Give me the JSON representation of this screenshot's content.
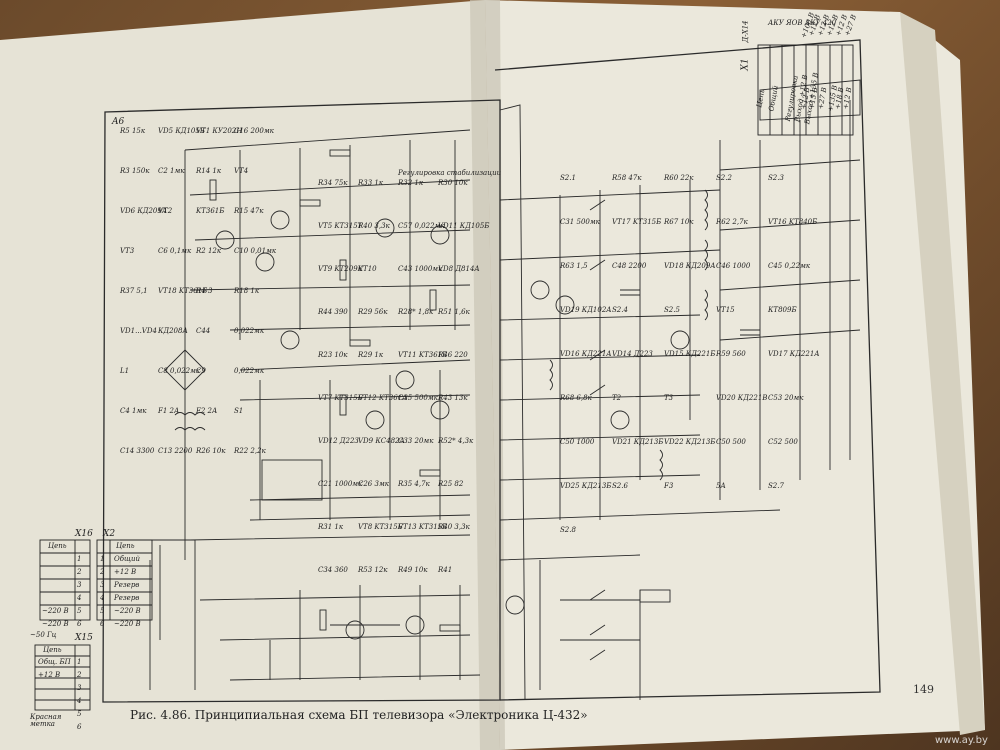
{
  "caption": "Рис. 4.86. Принципиальная схема БП телевизора «Электроника Ц-432»",
  "page_number": "149",
  "watermark": "www.ay.by",
  "blocks": {
    "main_board": "A6",
    "connector_x16": "X16",
    "connector_x15": "X15",
    "connector_x2": "X2",
    "connector_x1": "X1",
    "connector_x1_pins": "Д-Х14"
  },
  "x16_header": "Цепь",
  "x16_rows": [
    {
      "pin": "1",
      "net": ""
    },
    {
      "pin": "2",
      "net": ""
    },
    {
      "pin": "3",
      "net": ""
    },
    {
      "pin": "4",
      "net": ""
    },
    {
      "pin": "5",
      "net": "~220 В"
    },
    {
      "pin": "6",
      "net": "~220 В"
    }
  ],
  "x2_header": "Цепь",
  "x2_rows": [
    {
      "pin": "1",
      "net": "Общий"
    },
    {
      "pin": "2",
      "net": "+12 В"
    },
    {
      "pin": "3",
      "net": "Резерв"
    },
    {
      "pin": "4",
      "net": "Резерв"
    },
    {
      "pin": "5",
      "net": "~220 В"
    },
    {
      "pin": "6",
      "net": "~220 В"
    }
  ],
  "x15_header": "Цепь",
  "x15_rows": [
    {
      "pin": "1",
      "net": "Общ. БП"
    },
    {
      "pin": "2",
      "net": "+12 В"
    },
    {
      "pin": "3",
      "net": ""
    },
    {
      "pin": "4",
      "net": ""
    },
    {
      "pin": "5",
      "net": ""
    },
    {
      "pin": "6",
      "net": ""
    }
  ],
  "x15_note": "Красная метка",
  "mains_note": "~50 Гц",
  "x1_nets": [
    "Цепь",
    "Общий",
    "Регулировка",
    "Выход +12 В",
    "Выход +135 В",
    "+12 В",
    "+15 В",
    "+27 В",
    "+135 В",
    "+18 В",
    "+12 В"
  ],
  "x1_voltages": [
    "+100 В",
    "+12 В",
    "+12 В",
    "+12 В",
    "+12 В",
    "+27 В"
  ],
  "x1_topnote": "АКУ ЯОВ АКУ 420",
  "stabilization_note": "Регулировка стабилизации",
  "left_labels": [
    {
      "t": "R5 15к"
    },
    {
      "t": "VD5 КД105Б"
    },
    {
      "t": "VT1 КУ202Н"
    },
    {
      "t": "C16 200мк"
    },
    {
      "t": "R3 150к"
    },
    {
      "t": "C2 1мк"
    },
    {
      "t": "R14 1к"
    },
    {
      "t": "VT4"
    },
    {
      "t": "VD6 КД209А"
    },
    {
      "t": "VT2"
    },
    {
      "t": "KT361Б"
    },
    {
      "t": "R15 47к"
    },
    {
      "t": "VT3"
    },
    {
      "t": "C6 0,1мк"
    },
    {
      "t": "R2 12к"
    },
    {
      "t": "C10 0,01мк"
    },
    {
      "t": "R37 5,1"
    },
    {
      "t": "VT18 KT361Б"
    },
    {
      "t": "R4 3"
    },
    {
      "t": "R18 1к"
    },
    {
      "t": "VD1...VD4"
    },
    {
      "t": "КД208А"
    },
    {
      "t": "C44"
    },
    {
      "t": "0,022мк"
    },
    {
      "t": "L1"
    },
    {
      "t": "C8 0,022мк"
    },
    {
      "t": "C9"
    },
    {
      "t": "0,022мк"
    },
    {
      "t": "C4 1мк"
    },
    {
      "t": "F1 2А"
    },
    {
      "t": "F2 2А"
    },
    {
      "t": "S1"
    },
    {
      "t": "C14 3300"
    },
    {
      "t": "C13 2200"
    },
    {
      "t": "R26 10к"
    },
    {
      "t": "R22 2,2к"
    }
  ],
  "mid_labels": [
    {
      "t": "R34 75к"
    },
    {
      "t": "R33 1к"
    },
    {
      "t": "R32 1к"
    },
    {
      "t": "R30 10к"
    },
    {
      "t": "VT5 KT315Т"
    },
    {
      "t": "R40 3,3к"
    },
    {
      "t": "C57 0,022мк"
    },
    {
      "t": "VD11 КД105Б"
    },
    {
      "t": "VT9 KT209К"
    },
    {
      "t": "VT10"
    },
    {
      "t": "C43 1000мк"
    },
    {
      "t": "VD8 Д814А"
    },
    {
      "t": "R44 390"
    },
    {
      "t": "R29 56к"
    },
    {
      "t": "R28* 1,8к"
    },
    {
      "t": "R51 1,6к"
    },
    {
      "t": "R23 10к"
    },
    {
      "t": "R29 1к"
    },
    {
      "t": "VT11 KT361Б"
    },
    {
      "t": "R46 220"
    },
    {
      "t": "VT7 KT315Б"
    },
    {
      "t": "VT12 KT361А"
    },
    {
      "t": "C35 500мк"
    },
    {
      "t": "R43 13к"
    },
    {
      "t": "VD12 Д223"
    },
    {
      "t": "VD9 КС482А"
    },
    {
      "t": "C33 20мк"
    },
    {
      "t": "R52* 4,3к"
    },
    {
      "t": "C21 1000мк"
    },
    {
      "t": "C26 3мк"
    },
    {
      "t": "R35 4,7к"
    },
    {
      "t": "R25 82"
    },
    {
      "t": "R31 1к"
    },
    {
      "t": "VT8 KT315Б"
    },
    {
      "t": "VT13 KT315Б"
    },
    {
      "t": "R40 3,3к"
    },
    {
      "t": "C34 360"
    },
    {
      "t": "R53 12к"
    },
    {
      "t": "R49 10к"
    },
    {
      "t": "R41"
    }
  ],
  "right_labels": [
    {
      "t": "S2.1"
    },
    {
      "t": "R58 47к"
    },
    {
      "t": "R60 22к"
    },
    {
      "t": "S2.2"
    },
    {
      "t": "S2.3"
    },
    {
      "t": "C31 500мк"
    },
    {
      "t": "VT17 KT315Б"
    },
    {
      "t": "R67 10к"
    },
    {
      "t": "R62 2,7к"
    },
    {
      "t": "VT16 KT840Б"
    },
    {
      "t": "R63 1,5"
    },
    {
      "t": "C48 2200"
    },
    {
      "t": "VD18 КД209А"
    },
    {
      "t": "C46 1000"
    },
    {
      "t": "C45 0,22мк"
    },
    {
      "t": "VD19 КД102А"
    },
    {
      "t": "S2.4"
    },
    {
      "t": "S2.5"
    },
    {
      "t": "VT15"
    },
    {
      "t": "КТ809Б"
    },
    {
      "t": "VD16 КД221А"
    },
    {
      "t": "VD14 Д223"
    },
    {
      "t": "VD15 КД221Б"
    },
    {
      "t": "R59 560"
    },
    {
      "t": "VD17 КД221А"
    },
    {
      "t": "R68 6,8к"
    },
    {
      "t": "T2"
    },
    {
      "t": "T3"
    },
    {
      "t": "VD20 КД221В"
    },
    {
      "t": "C53 20мк"
    },
    {
      "t": "C50 1000"
    },
    {
      "t": "VD21 КД213Б"
    },
    {
      "t": "VD22 КД213Б"
    },
    {
      "t": "C50 500"
    },
    {
      "t": "C52 500"
    },
    {
      "t": "VD25 КД213Б"
    },
    {
      "t": "S2.6"
    },
    {
      "t": "F3"
    },
    {
      "t": "5А"
    },
    {
      "t": "S2.7"
    },
    {
      "t": "S2.8"
    }
  ]
}
